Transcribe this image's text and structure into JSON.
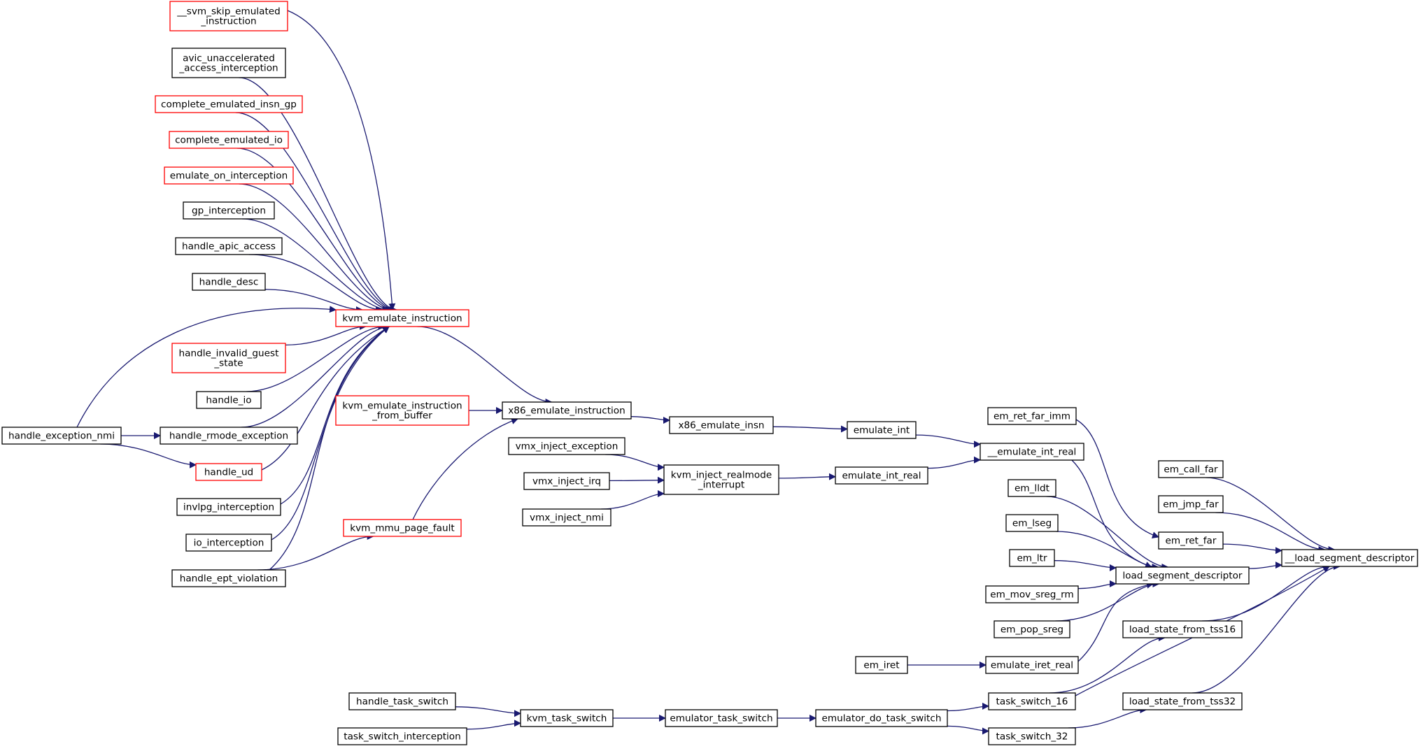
{
  "colors": {
    "edge": "#191970",
    "node_border": "#000000",
    "node_border_incomplete": "#ff0000",
    "focus_fill": "#bfbfbf",
    "background": "#ffffff"
  },
  "nodes": [
    {
      "id": "svm_skip_emulated_instruction",
      "lines": [
        "__svm_skip_emulated",
        "_instruction"
      ],
      "border": "red"
    },
    {
      "id": "avic_unaccelerated_access_interception",
      "lines": [
        "avic_unaccelerated",
        "_access_interception"
      ],
      "border": "black"
    },
    {
      "id": "complete_emulated_insn_gp",
      "lines": [
        "complete_emulated_insn_gp"
      ],
      "border": "red"
    },
    {
      "id": "complete_emulated_io",
      "lines": [
        "complete_emulated_io"
      ],
      "border": "red"
    },
    {
      "id": "emulate_on_interception",
      "lines": [
        "emulate_on_interception"
      ],
      "border": "red"
    },
    {
      "id": "gp_interception",
      "lines": [
        "gp_interception"
      ],
      "border": "black"
    },
    {
      "id": "handle_apic_access",
      "lines": [
        "handle_apic_access"
      ],
      "border": "black"
    },
    {
      "id": "handle_desc",
      "lines": [
        "handle_desc"
      ],
      "border": "black"
    },
    {
      "id": "kvm_emulate_instruction",
      "lines": [
        "kvm_emulate_instruction"
      ],
      "border": "red"
    },
    {
      "id": "handle_invalid_guest_state",
      "lines": [
        "handle_invalid_guest",
        "_state"
      ],
      "border": "red"
    },
    {
      "id": "handle_io",
      "lines": [
        "handle_io"
      ],
      "border": "black"
    },
    {
      "id": "handle_exception_nmi",
      "lines": [
        "handle_exception_nmi"
      ],
      "border": "black"
    },
    {
      "id": "handle_rmode_exception",
      "lines": [
        "handle_rmode_exception"
      ],
      "border": "black"
    },
    {
      "id": "handle_ud",
      "lines": [
        "handle_ud"
      ],
      "border": "red"
    },
    {
      "id": "invlpg_interception",
      "lines": [
        "invlpg_interception"
      ],
      "border": "black"
    },
    {
      "id": "io_interception",
      "lines": [
        "io_interception"
      ],
      "border": "black"
    },
    {
      "id": "handle_ept_violation",
      "lines": [
        "handle_ept_violation"
      ],
      "border": "black"
    },
    {
      "id": "kvm_emulate_instruction_from_buffer",
      "lines": [
        "kvm_emulate_instruction",
        "_from_buffer"
      ],
      "border": "red"
    },
    {
      "id": "kvm_mmu_page_fault",
      "lines": [
        "kvm_mmu_page_fault"
      ],
      "border": "red"
    },
    {
      "id": "x86_emulate_instruction",
      "lines": [
        "x86_emulate_instruction"
      ],
      "border": "black"
    },
    {
      "id": "vmx_inject_exception",
      "lines": [
        "vmx_inject_exception"
      ],
      "border": "black"
    },
    {
      "id": "vmx_inject_irq",
      "lines": [
        "vmx_inject_irq"
      ],
      "border": "black"
    },
    {
      "id": "vmx_inject_nmi",
      "lines": [
        "vmx_inject_nmi"
      ],
      "border": "black"
    },
    {
      "id": "x86_emulate_insn",
      "lines": [
        "x86_emulate_insn"
      ],
      "border": "black"
    },
    {
      "id": "kvm_inject_realmode_interrupt",
      "lines": [
        "kvm_inject_realmode",
        "_interrupt"
      ],
      "border": "black"
    },
    {
      "id": "emulate_int",
      "lines": [
        "emulate_int"
      ],
      "border": "black"
    },
    {
      "id": "emulate_int_real",
      "lines": [
        "emulate_int_real"
      ],
      "border": "black"
    },
    {
      "id": "em_ret_far_imm",
      "lines": [
        "em_ret_far_imm"
      ],
      "border": "black"
    },
    {
      "id": "emulate_int_real_internal",
      "lines": [
        "__emulate_int_real"
      ],
      "border": "black"
    },
    {
      "id": "em_lldt",
      "lines": [
        "em_lldt"
      ],
      "border": "black"
    },
    {
      "id": "em_lseg",
      "lines": [
        "em_lseg"
      ],
      "border": "black"
    },
    {
      "id": "em_ltr",
      "lines": [
        "em_ltr"
      ],
      "border": "black"
    },
    {
      "id": "em_mov_sreg_rm",
      "lines": [
        "em_mov_sreg_rm"
      ],
      "border": "black"
    },
    {
      "id": "em_pop_sreg",
      "lines": [
        "em_pop_sreg"
      ],
      "border": "black"
    },
    {
      "id": "em_iret",
      "lines": [
        "em_iret"
      ],
      "border": "black"
    },
    {
      "id": "emulate_iret_real",
      "lines": [
        "emulate_iret_real"
      ],
      "border": "black"
    },
    {
      "id": "handle_task_switch",
      "lines": [
        "handle_task_switch"
      ],
      "border": "black"
    },
    {
      "id": "task_switch_interception",
      "lines": [
        "task_switch_interception"
      ],
      "border": "black"
    },
    {
      "id": "kvm_task_switch",
      "lines": [
        "kvm_task_switch"
      ],
      "border": "black"
    },
    {
      "id": "emulator_task_switch",
      "lines": [
        "emulator_task_switch"
      ],
      "border": "black"
    },
    {
      "id": "emulator_do_task_switch",
      "lines": [
        "emulator_do_task_switch"
      ],
      "border": "black"
    },
    {
      "id": "task_switch_16",
      "lines": [
        "task_switch_16"
      ],
      "border": "black"
    },
    {
      "id": "task_switch_32",
      "lines": [
        "task_switch_32"
      ],
      "border": "black"
    },
    {
      "id": "em_call_far",
      "lines": [
        "em_call_far"
      ],
      "border": "black"
    },
    {
      "id": "em_jmp_far",
      "lines": [
        "em_jmp_far"
      ],
      "border": "black"
    },
    {
      "id": "em_ret_far",
      "lines": [
        "em_ret_far"
      ],
      "border": "black"
    },
    {
      "id": "load_segment_descriptor",
      "lines": [
        "load_segment_descriptor"
      ],
      "border": "black"
    },
    {
      "id": "load_state_from_tss16",
      "lines": [
        "load_state_from_tss16"
      ],
      "border": "black"
    },
    {
      "id": "load_state_from_tss32",
      "lines": [
        "load_state_from_tss32"
      ],
      "border": "black"
    },
    {
      "id": "load_segment_descriptor_internal",
      "lines": [
        "__load_segment_descriptor"
      ],
      "border": "black",
      "focus": true
    }
  ],
  "edges": [
    {
      "from": "svm_skip_emulated_instruction",
      "to": "kvm_emulate_instruction"
    },
    {
      "from": "avic_unaccelerated_access_interception",
      "to": "kvm_emulate_instruction"
    },
    {
      "from": "complete_emulated_insn_gp",
      "to": "kvm_emulate_instruction"
    },
    {
      "from": "complete_emulated_io",
      "to": "kvm_emulate_instruction"
    },
    {
      "from": "emulate_on_interception",
      "to": "kvm_emulate_instruction"
    },
    {
      "from": "gp_interception",
      "to": "kvm_emulate_instruction"
    },
    {
      "from": "handle_apic_access",
      "to": "kvm_emulate_instruction"
    },
    {
      "from": "handle_desc",
      "to": "kvm_emulate_instruction"
    },
    {
      "from": "handle_exception_nmi",
      "to": "kvm_emulate_instruction"
    },
    {
      "from": "handle_invalid_guest_state",
      "to": "kvm_emulate_instruction"
    },
    {
      "from": "handle_io",
      "to": "kvm_emulate_instruction"
    },
    {
      "from": "handle_rmode_exception",
      "to": "kvm_emulate_instruction"
    },
    {
      "from": "handle_ud",
      "to": "kvm_emulate_instruction"
    },
    {
      "from": "invlpg_interception",
      "to": "kvm_emulate_instruction"
    },
    {
      "from": "io_interception",
      "to": "kvm_emulate_instruction"
    },
    {
      "from": "handle_ept_violation",
      "to": "kvm_emulate_instruction"
    },
    {
      "from": "handle_exception_nmi",
      "to": "handle_rmode_exception"
    },
    {
      "from": "handle_exception_nmi",
      "to": "handle_ud"
    },
    {
      "from": "kvm_emulate_instruction",
      "to": "x86_emulate_instruction"
    },
    {
      "from": "kvm_emulate_instruction_from_buffer",
      "to": "x86_emulate_instruction"
    },
    {
      "from": "kvm_mmu_page_fault",
      "to": "x86_emulate_instruction"
    },
    {
      "from": "handle_ept_violation",
      "to": "kvm_mmu_page_fault"
    },
    {
      "from": "x86_emulate_instruction",
      "to": "x86_emulate_insn"
    },
    {
      "from": "x86_emulate_insn",
      "to": "emulate_int"
    },
    {
      "from": "vmx_inject_exception",
      "to": "kvm_inject_realmode_interrupt"
    },
    {
      "from": "vmx_inject_irq",
      "to": "kvm_inject_realmode_interrupt"
    },
    {
      "from": "vmx_inject_nmi",
      "to": "kvm_inject_realmode_interrupt"
    },
    {
      "from": "kvm_inject_realmode_interrupt",
      "to": "emulate_int_real"
    },
    {
      "from": "emulate_int",
      "to": "emulate_int_real_internal"
    },
    {
      "from": "emulate_int_real",
      "to": "emulate_int_real_internal"
    },
    {
      "from": "em_ret_far_imm",
      "to": "em_ret_far"
    },
    {
      "from": "emulate_int_real_internal",
      "to": "load_segment_descriptor"
    },
    {
      "from": "em_lldt",
      "to": "load_segment_descriptor"
    },
    {
      "from": "em_lseg",
      "to": "load_segment_descriptor"
    },
    {
      "from": "em_ltr",
      "to": "load_segment_descriptor"
    },
    {
      "from": "em_mov_sreg_rm",
      "to": "load_segment_descriptor"
    },
    {
      "from": "em_pop_sreg",
      "to": "load_segment_descriptor"
    },
    {
      "from": "emulate_iret_real",
      "to": "load_segment_descriptor"
    },
    {
      "from": "em_iret",
      "to": "emulate_iret_real"
    },
    {
      "from": "handle_task_switch",
      "to": "kvm_task_switch"
    },
    {
      "from": "task_switch_interception",
      "to": "kvm_task_switch"
    },
    {
      "from": "kvm_task_switch",
      "to": "emulator_task_switch"
    },
    {
      "from": "emulator_task_switch",
      "to": "emulator_do_task_switch"
    },
    {
      "from": "emulator_do_task_switch",
      "to": "task_switch_16"
    },
    {
      "from": "emulator_do_task_switch",
      "to": "task_switch_32"
    },
    {
      "from": "task_switch_16",
      "to": "load_state_from_tss16"
    },
    {
      "from": "task_switch_32",
      "to": "load_state_from_tss32"
    },
    {
      "from": "task_switch_16",
      "to": "load_segment_descriptor_internal"
    },
    {
      "from": "em_call_far",
      "to": "load_segment_descriptor_internal"
    },
    {
      "from": "em_jmp_far",
      "to": "load_segment_descriptor_internal"
    },
    {
      "from": "em_ret_far",
      "to": "load_segment_descriptor_internal"
    },
    {
      "from": "load_segment_descriptor",
      "to": "load_segment_descriptor_internal"
    },
    {
      "from": "load_state_from_tss16",
      "to": "load_segment_descriptor_internal"
    },
    {
      "from": "load_state_from_tss32",
      "to": "load_segment_descriptor_internal"
    }
  ]
}
